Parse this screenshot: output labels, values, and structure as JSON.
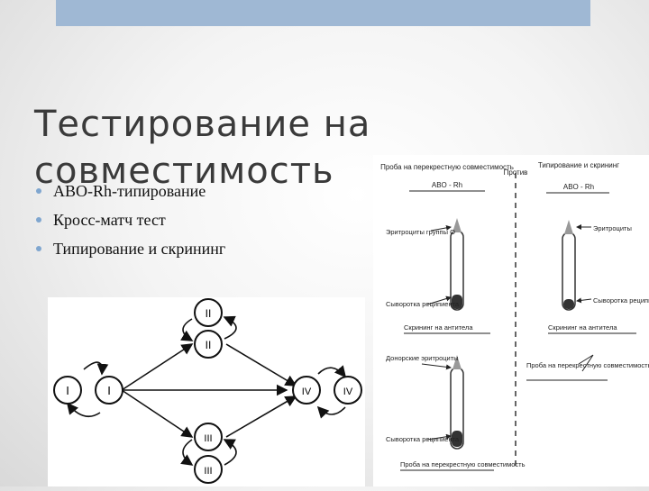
{
  "slide": {
    "title": "Тестирование на совместимость",
    "bullets": [
      "ABO-Rh-типирование",
      "Кросс-матч тест",
      "Типирование и скрининг"
    ]
  },
  "colors": {
    "band": "#9fb8d4",
    "bullet": "#7fa6cf",
    "title": "#3a3a3a"
  },
  "flow_diagram": {
    "nodes": [
      "I",
      "I",
      "II",
      "II",
      "III",
      "III",
      "IV",
      "IV"
    ]
  },
  "tube_figure": {
    "left_header": "Проба на перекрестную совместимость",
    "left_sub": "ABO - Rh",
    "versus": "Против",
    "right_header": "Типирование и скрининг",
    "right_sub": "ABO - Rh",
    "label_rbc_o": "Эритроциты группы О",
    "label_rbc_right": "Эритроциты",
    "label_serum_left": "Сыворотка реципиента",
    "label_serum_right": "Сыворотка реципиента",
    "label_screen_left": "Скрининг на антитела",
    "label_screen_right": "Скрининг на антитела",
    "label_donor_rbc": "Донорские эритроциты",
    "label_serum_bottom": "Сыворотка реципиента",
    "label_crossmatch_bottom": "Проба на перекрестную совместимость",
    "label_crossmatch_right": "Проба на перекрестную совместимость"
  }
}
